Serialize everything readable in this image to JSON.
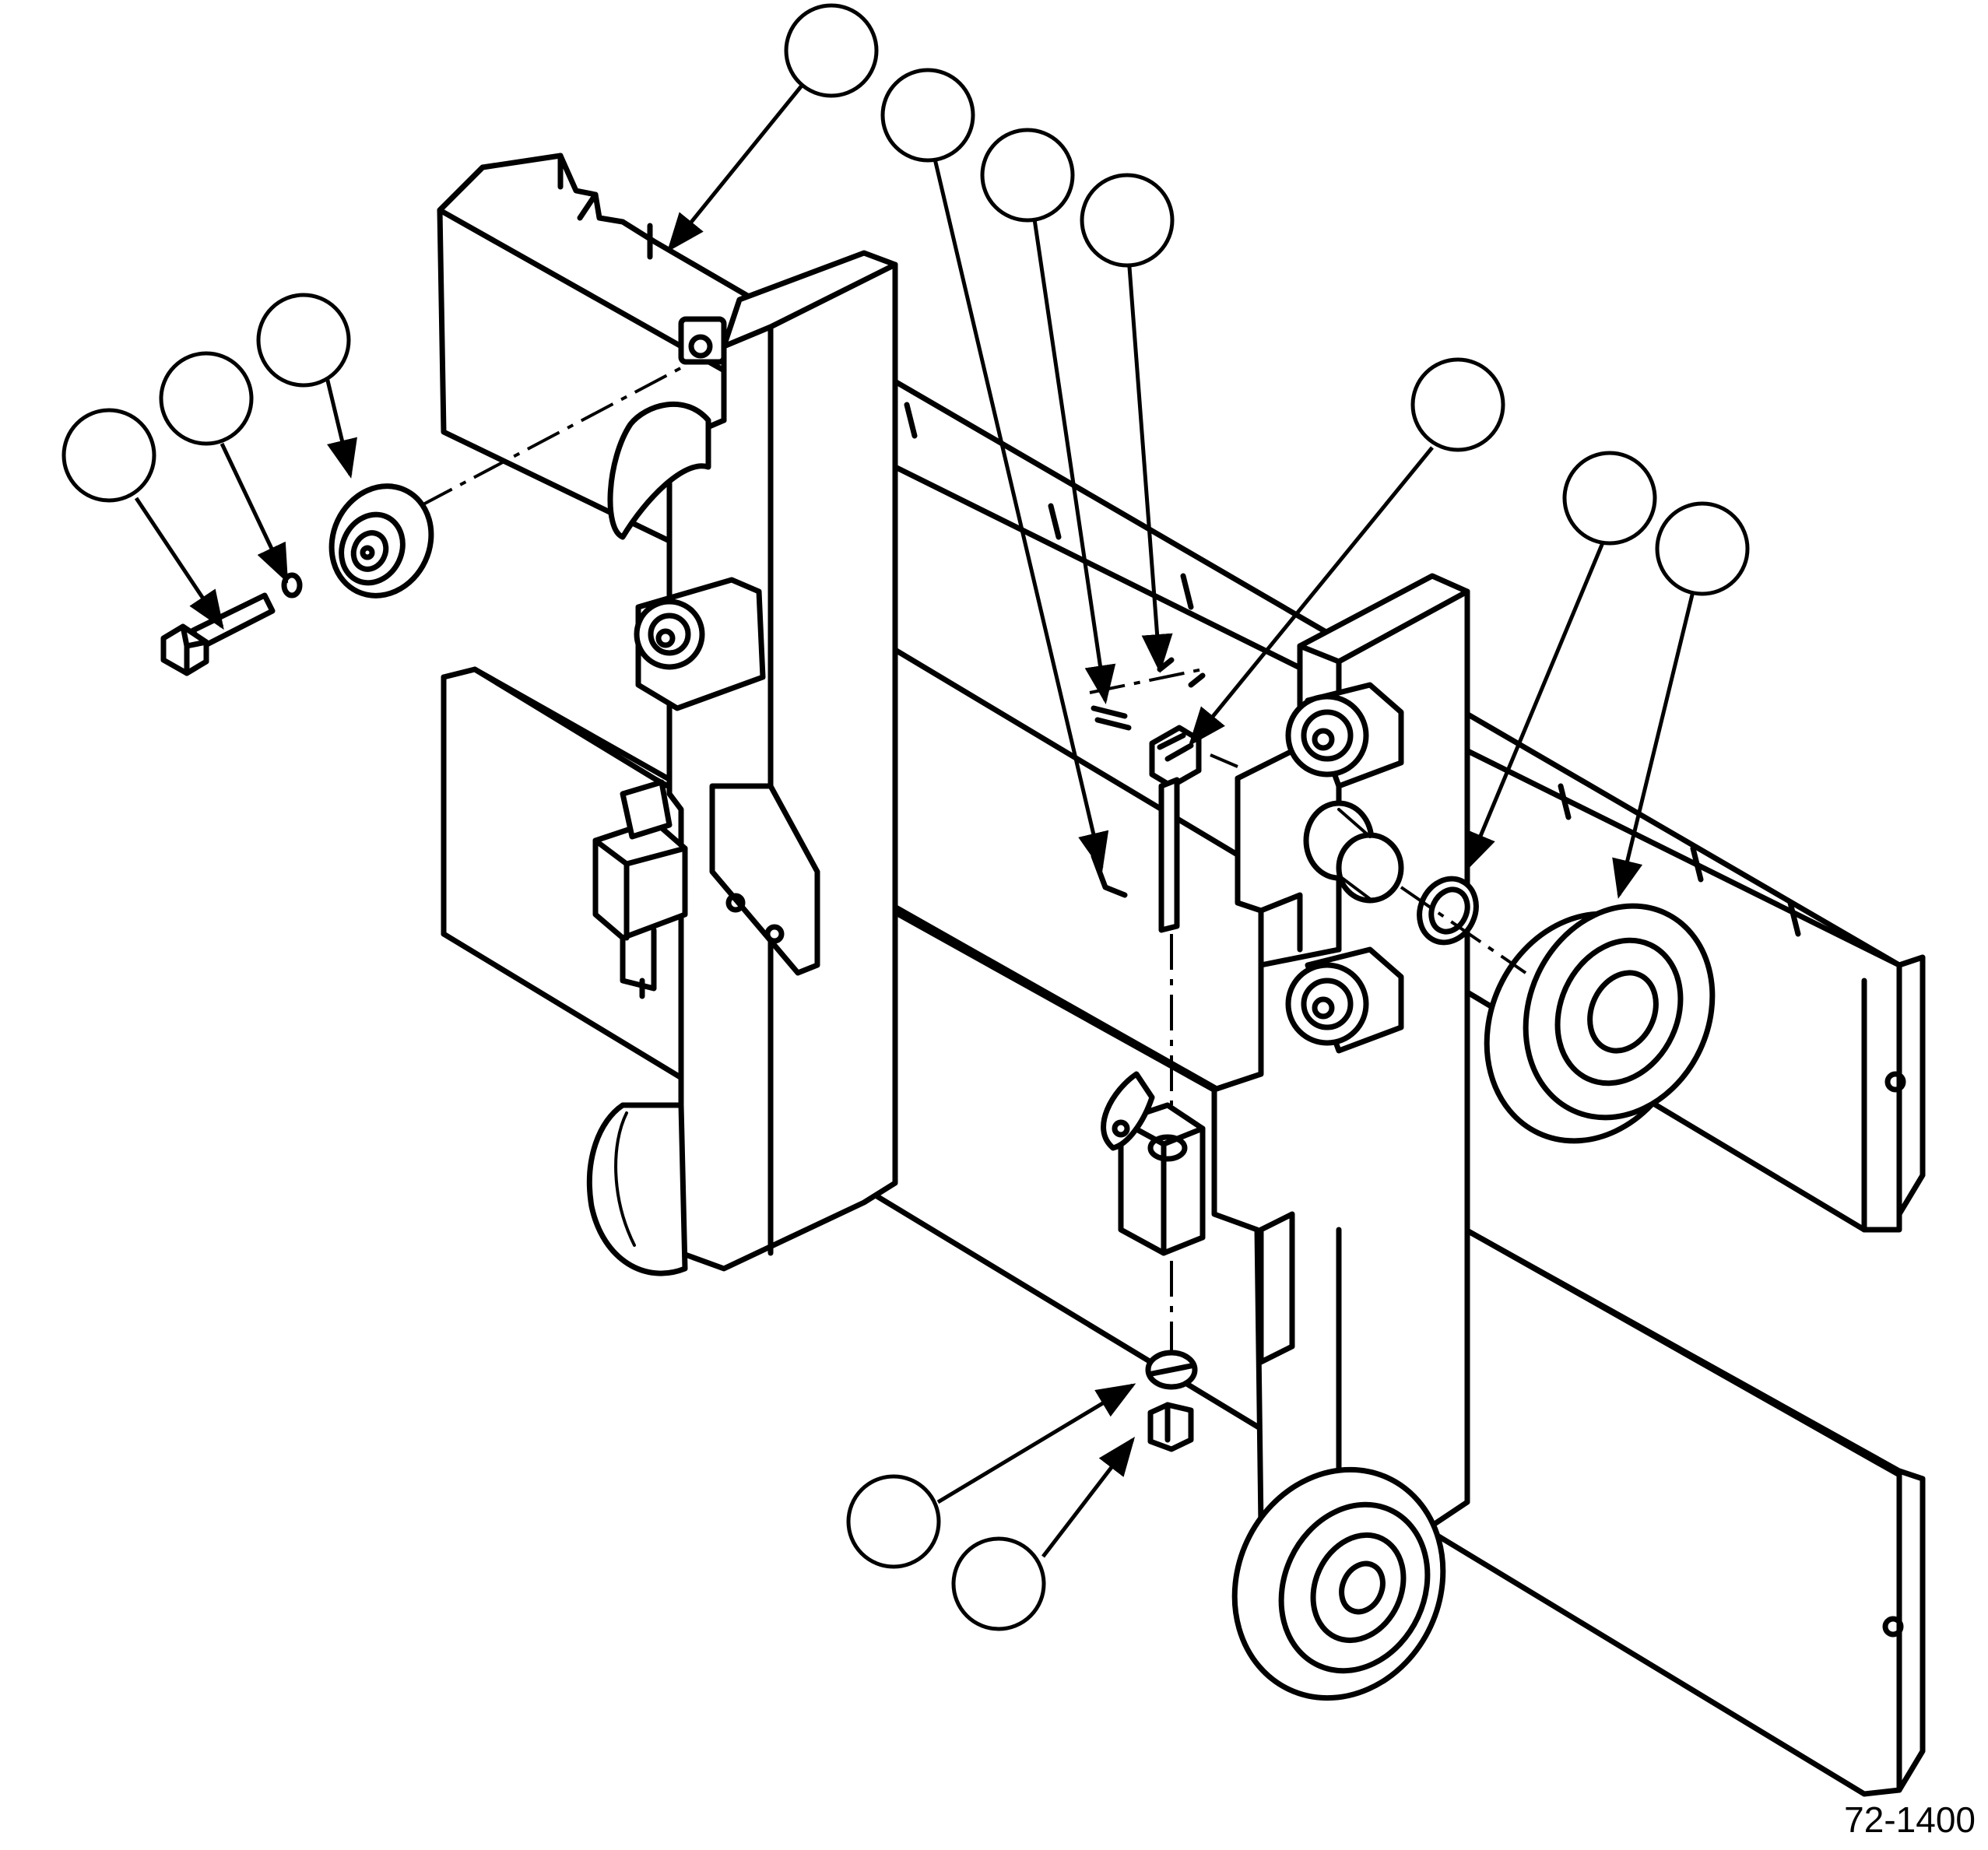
{
  "figure": {
    "number": "72-1400",
    "line_color": "#000000",
    "background_color": "#ffffff"
  },
  "callouts": [
    {
      "id": "callout-1",
      "text": ""
    },
    {
      "id": "callout-2",
      "text": ""
    },
    {
      "id": "callout-3",
      "text": ""
    },
    {
      "id": "callout-4",
      "text": ""
    },
    {
      "id": "callout-5",
      "text": ""
    },
    {
      "id": "callout-6",
      "text": ""
    },
    {
      "id": "callout-7",
      "text": ""
    },
    {
      "id": "callout-8",
      "text": ""
    },
    {
      "id": "callout-9",
      "text": ""
    },
    {
      "id": "callout-10",
      "text": ""
    },
    {
      "id": "callout-11",
      "text": ""
    },
    {
      "id": "callout-12",
      "text": ""
    },
    {
      "id": "callout-13",
      "text": ""
    }
  ]
}
